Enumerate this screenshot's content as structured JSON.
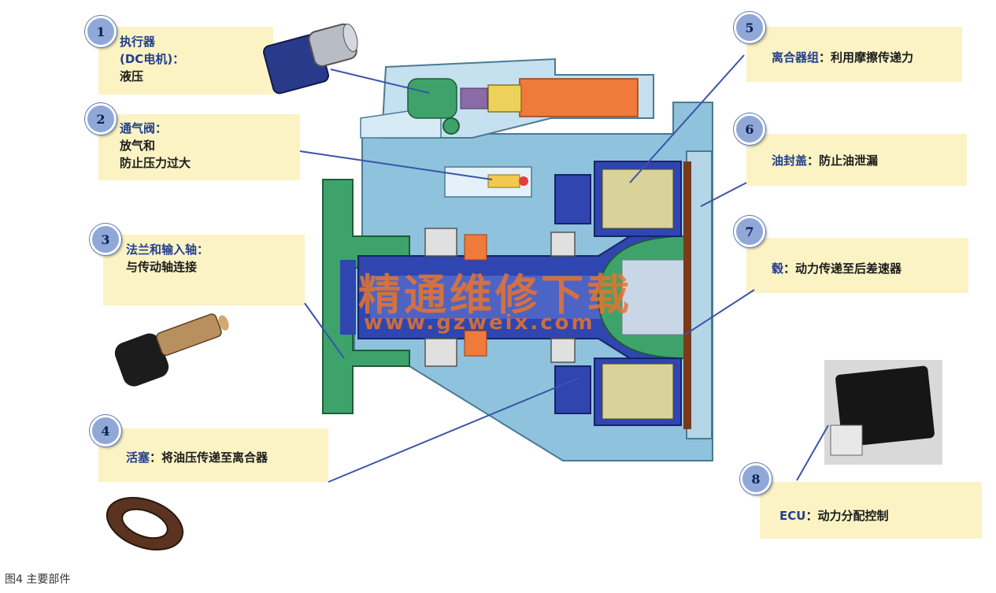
{
  "callouts": [
    {
      "num": "1",
      "title": "执行器",
      "lines": [
        "(DC电机)：",
        "液压"
      ]
    },
    {
      "num": "2",
      "title": "通气阀：",
      "lines": [
        "放气和",
        "防止压力过大"
      ]
    },
    {
      "num": "3",
      "title": "法兰和输入轴：",
      "lines": [
        "与传动轴连接"
      ]
    },
    {
      "num": "4",
      "title": "活塞",
      "desc": "：将油压传递至离合器"
    },
    {
      "num": "5",
      "title": "离合器组",
      "desc": "：利用摩擦传递力"
    },
    {
      "num": "6",
      "title": "油封盖",
      "desc": "：防止油泄漏"
    },
    {
      "num": "7",
      "title": "毂",
      "desc": "：动力传递至后差速器"
    },
    {
      "num": "8",
      "title": "ECU",
      "desc": "：动力分配控制"
    }
  ],
  "watermark": {
    "text": "精通维修下载",
    "url": "www.gzweix.com"
  },
  "caption": "图4  主要部件",
  "colors": {
    "panel": "#fbf3c4",
    "badge": "#8fa8d8",
    "housing": "#8fc2dc",
    "shaft": "#2f46b0",
    "green": "#3ea36b",
    "orange": "#f07a3a"
  }
}
